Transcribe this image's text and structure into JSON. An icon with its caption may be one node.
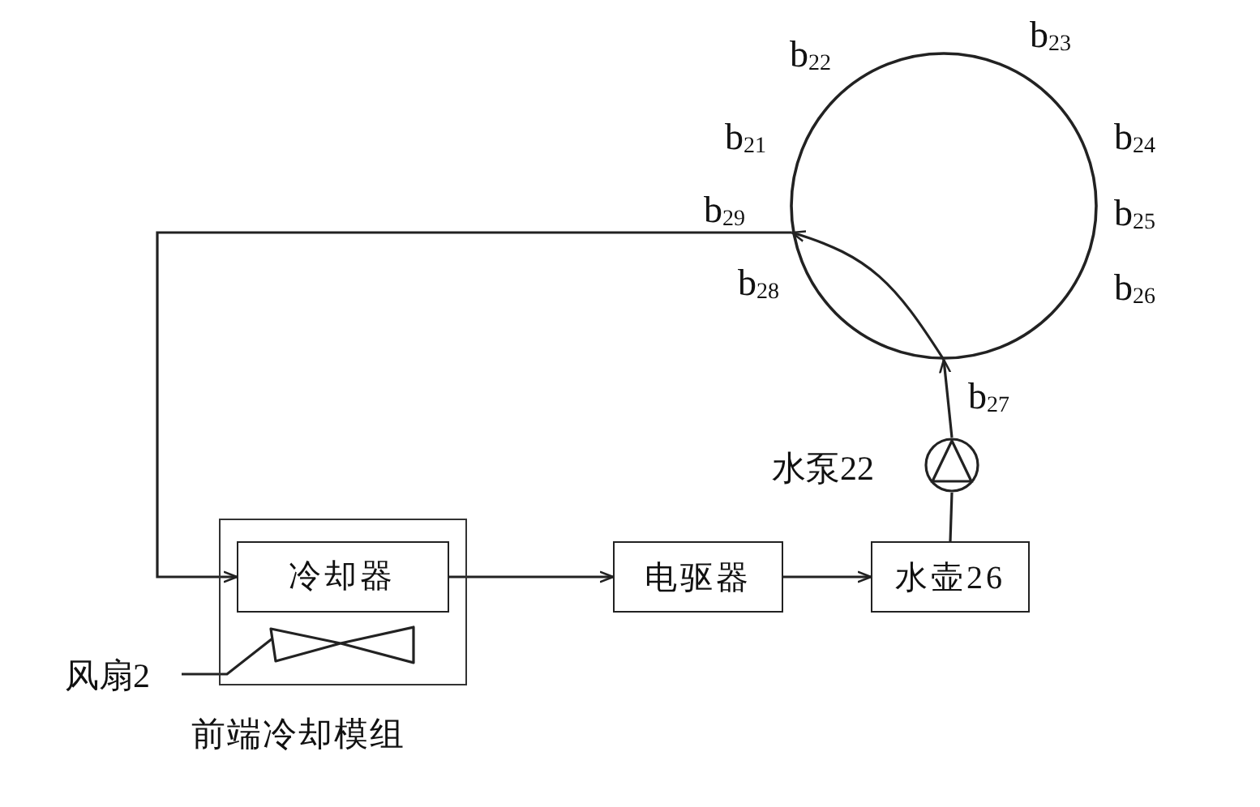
{
  "diagram": {
    "nodes": [
      {
        "text": [
          "前端冷却模组"
        ]
      },
      {
        "text": [
          "冷却器"
        ],
        "in": 0
      },
      {
        "text": [],
        "shape": "fan",
        "in": 0
      },
      {
        "text": [
          "风扇2"
        ]
      },
      {
        "text": [
          "电驱器"
        ]
      },
      {
        "text": [
          "水壶26"
        ]
      },
      {
        "text": [],
        "shape": "circle",
        "beside": [
          "水泵22"
        ]
      },
      {
        "text": [],
        "shape": "circle"
      }
    ],
    "edges": [
      {
        "from": 1,
        "to": 4,
        "arrow": "to"
      },
      {
        "from": 4,
        "to": 5,
        "arrow": "to"
      },
      {
        "from": 5,
        "to": 6,
        "arrow": "none"
      },
      {
        "from": 6,
        "to": 7,
        "arrow": "to"
      },
      {
        "from": 7,
        "to": 7,
        "arrow": "to"
      },
      {
        "from": 7,
        "to": 1,
        "arrow": "to"
      },
      {
        "from": 3,
        "to": 2,
        "arrow": "none"
      }
    ],
    "labels": [
      "b$_{23}$",
      "b$_{22}$",
      "b$_{21}$",
      "b$_{24}$",
      "b$_{29}$",
      "b$_{25}$",
      "b$_{28}$",
      "b$_{26}$",
      "b$_{27}$"
    ]
  }
}
